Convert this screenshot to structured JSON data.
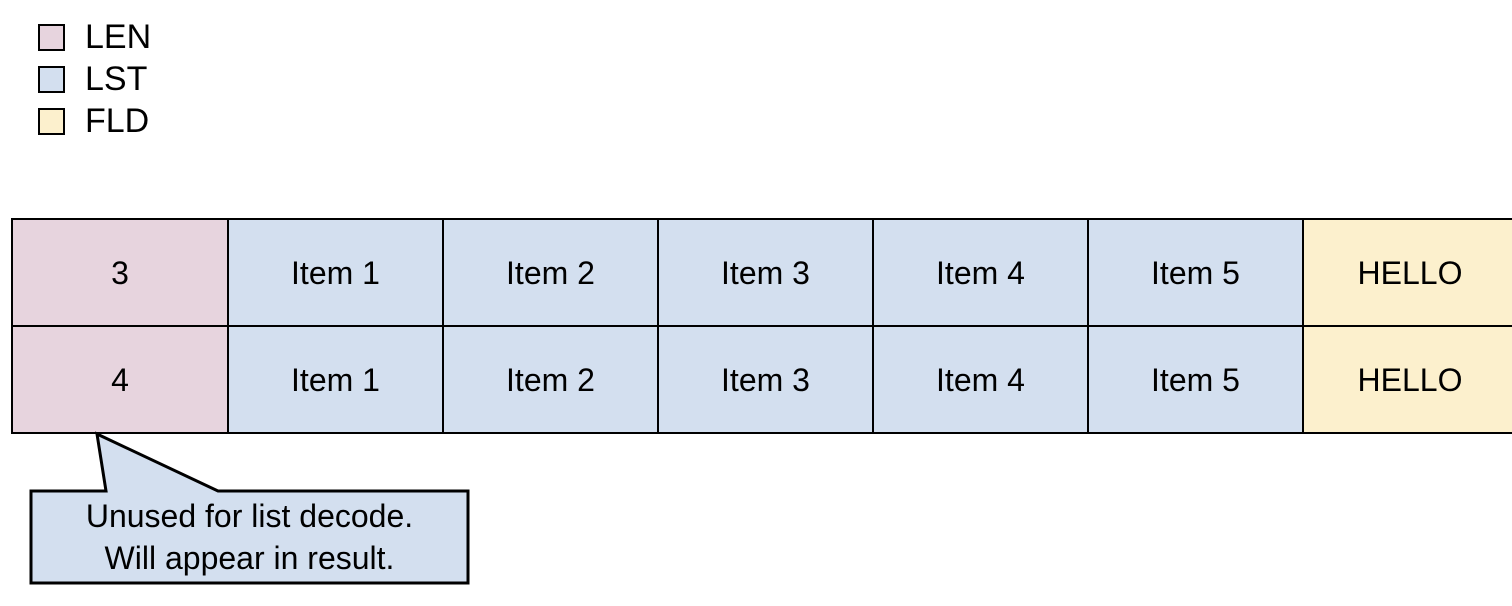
{
  "legend": {
    "items": [
      {
        "label": "LEN",
        "color": "#e7d4de",
        "icon": "square-swatch-icon"
      },
      {
        "label": "LST",
        "color": "#d3dfef",
        "icon": "square-swatch-icon"
      },
      {
        "label": "FLD",
        "color": "#fcf0cd",
        "icon": "square-swatch-icon"
      }
    ]
  },
  "table": {
    "rows": [
      {
        "len": "3",
        "list": [
          "Item 1",
          "Item 2",
          "Item 3",
          "Item 4",
          "Item 5"
        ],
        "field": "HELLO"
      },
      {
        "len": "4",
        "list": [
          "Item 1",
          "Item 2",
          "Item 3",
          "Item 4",
          "Item 5"
        ],
        "field": "HELLO"
      }
    ]
  },
  "callout": {
    "line1": "Unused for list decode.",
    "line2": "Will appear in result.",
    "fill": "#d3dfef",
    "stroke": "#000000"
  },
  "colors": {
    "len": "#e7d4de",
    "lst": "#d3dfef",
    "fld": "#fcf0cd",
    "stroke": "#000000",
    "background": "#ffffff"
  }
}
